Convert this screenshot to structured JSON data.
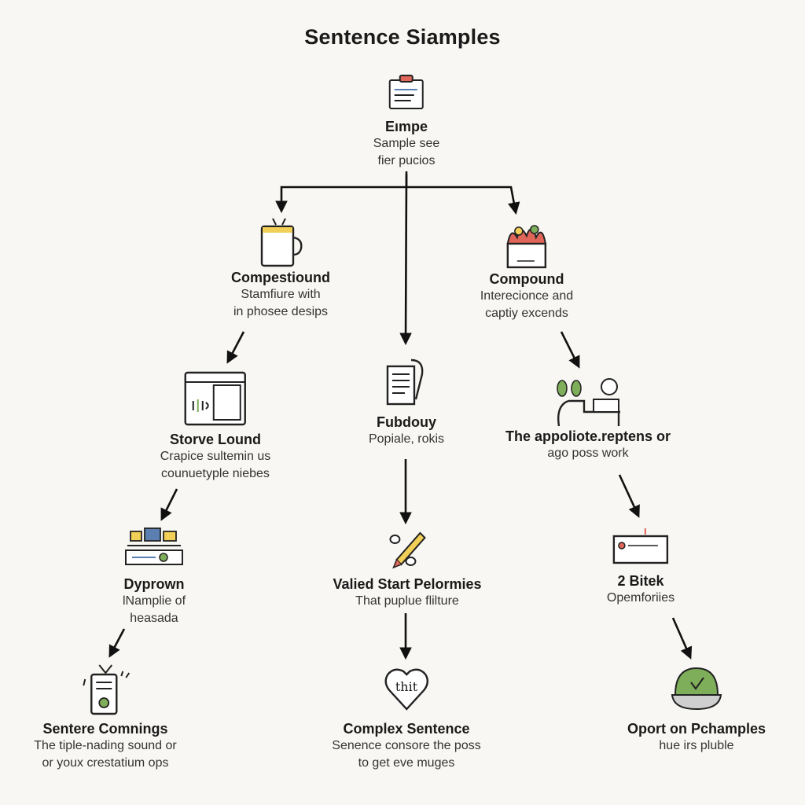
{
  "title": "Sentence Siamples",
  "nodes": {
    "root": {
      "title": "Eımpe",
      "desc": [
        "Sample see",
        "fier pucios"
      ],
      "icon": "clipboard-icon"
    },
    "left1": {
      "title": "Compestiound",
      "desc": [
        "Stamfiure with",
        "in phosee desips"
      ],
      "icon": "coffee-mug-icon"
    },
    "right1": {
      "title": "Compound",
      "desc": [
        "Interecionce and",
        "captiy excends"
      ],
      "icon": "basket-icon"
    },
    "left2": {
      "title": "Storve Lound",
      "desc": [
        "Crapice sultemin us",
        "counuetyple niebes"
      ],
      "icon": "cabinet-icon"
    },
    "center2": {
      "title": "Fubdouy",
      "desc": [
        "Popiale, rokis"
      ],
      "icon": "document-icon"
    },
    "right2": {
      "title": "The appoliote.reptens or",
      "desc": [
        "ago poss work"
      ],
      "icon": "desk-plants-icon"
    },
    "left3": {
      "title": "Dyprown",
      "desc": [
        "lNamplie of",
        "heasada"
      ],
      "icon": "toolbox-icon"
    },
    "center3": {
      "title": "Valied Start Pelormies",
      "desc": [
        "That puplue flilture"
      ],
      "icon": "pencil-icon"
    },
    "right3": {
      "title": "2 Bitek",
      "desc": [
        "Opemforiies"
      ],
      "icon": "box-icon"
    },
    "left4": {
      "title": "Sentere Comnings",
      "desc": [
        "The tiple-nading sound or",
        "or youx crestatium ops"
      ],
      "icon": "radio-icon"
    },
    "center4": {
      "title": "Complex Sentence",
      "desc": [
        "Senence consore the poss",
        "to get eve muges"
      ],
      "icon": "heart-icon",
      "icon_text": "thit"
    },
    "right4": {
      "title": "Oport on Pchamples",
      "desc": [
        "hue irs pluble"
      ],
      "icon": "bowl-icon"
    }
  },
  "colors": {
    "accent_green": "#7fae5a",
    "accent_red": "#e0665a",
    "accent_yellow": "#f2cf57",
    "accent_blue": "#5a7fb0",
    "ink": "#1a1a1a"
  }
}
